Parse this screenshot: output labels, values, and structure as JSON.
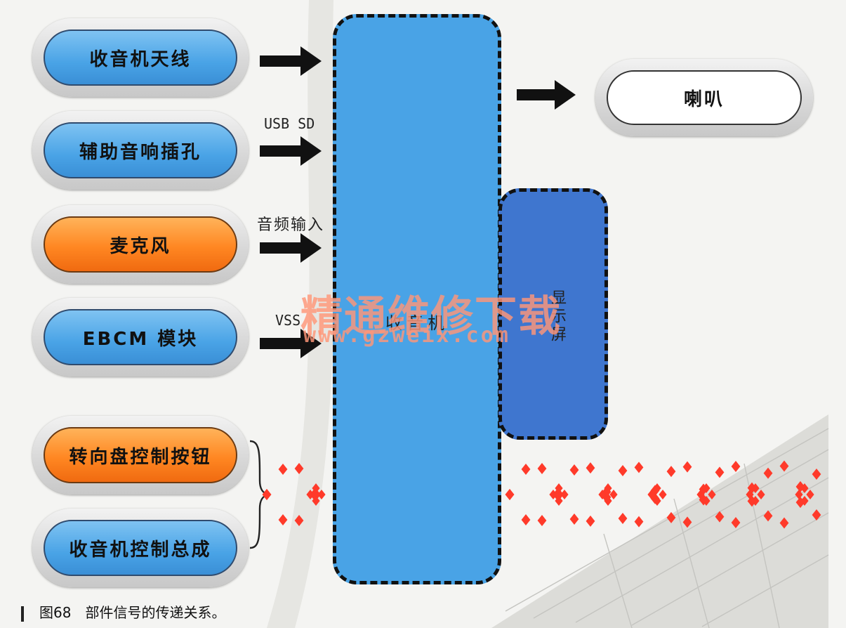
{
  "inputs": [
    {
      "label": "收音机天线",
      "color": "blue"
    },
    {
      "label": "辅助音响插孔",
      "color": "blue"
    },
    {
      "label": "麦克风",
      "color": "orange"
    },
    {
      "label": "EBCM 模块",
      "color": "blue"
    },
    {
      "label": "转向盘控制按钮",
      "color": "orange"
    },
    {
      "label": "收音机控制总成",
      "color": "blue"
    }
  ],
  "signals": {
    "usb_sd": "USB SD",
    "audio_in": "音频输入",
    "vss": "VSS"
  },
  "radio_label": "收音机",
  "display_label": "显示屏",
  "speaker_label": "喇叭",
  "watermark": {
    "cn": "精通维修下载",
    "url": "www.gzweix.com"
  },
  "caption": "图68　部件信号的传递关系。",
  "colors": {
    "blue_pill": "#49a3e6",
    "orange_pill": "#ff8722",
    "radio_box": "#49a3e6",
    "display_box": "#3f76cf",
    "dots": "#ff3a2a"
  }
}
